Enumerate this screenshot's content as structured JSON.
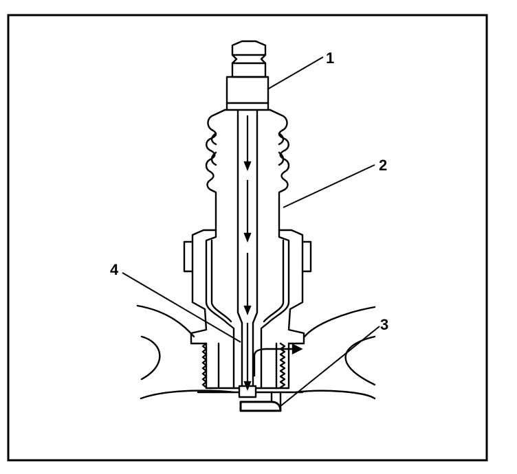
{
  "diagram": {
    "callouts": [
      {
        "id": "1",
        "label": "1"
      },
      {
        "id": "2",
        "label": "2"
      },
      {
        "id": "3",
        "label": "3"
      },
      {
        "id": "4",
        "label": "4"
      }
    ]
  },
  "colors": {
    "line": "#000000",
    "background": "#ffffff"
  }
}
